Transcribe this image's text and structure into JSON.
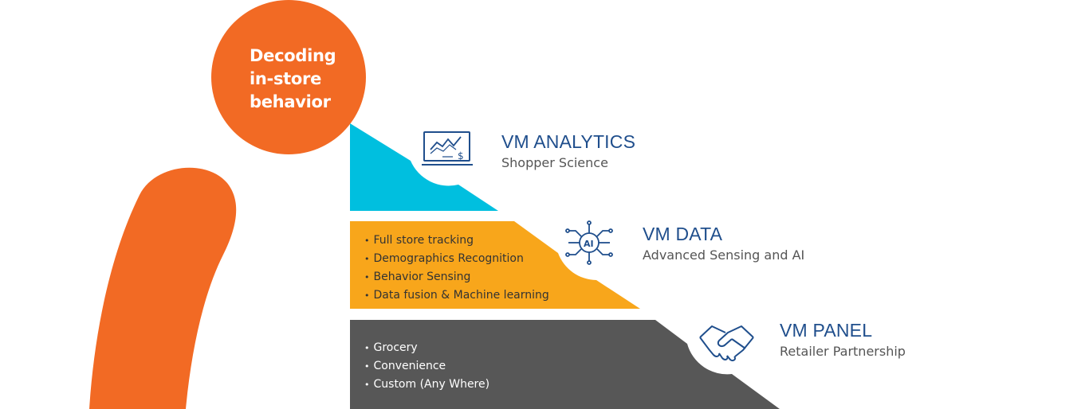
{
  "headline": {
    "lines": [
      "Decoding",
      "in-store",
      "behavior"
    ]
  },
  "tiers": [
    {
      "title": "VM ANALYTICS",
      "subtitle": "Shopper Science",
      "icon": "analytics-screen-icon",
      "color": "#00bfdf",
      "bullets": []
    },
    {
      "title": "VM DATA",
      "subtitle": "Advanced Sensing and AI",
      "icon": "ai-chip-icon",
      "color": "#f8a61b",
      "bullets": [
        "Full store tracking",
        "Demographics Recognition",
        "Behavior Sensing",
        "Data fusion & Machine learning"
      ]
    },
    {
      "title": "VM PANEL",
      "subtitle": "Retailer Partnership",
      "icon": "handshake-icon",
      "color": "#575757",
      "bullets": [
        "Grocery",
        "Convenience",
        "Custom (Any Where)"
      ]
    }
  ],
  "colors": {
    "accent": "#f26a24",
    "title_blue": "#1f4e8c",
    "icon_blue": "#1f4e8c"
  }
}
